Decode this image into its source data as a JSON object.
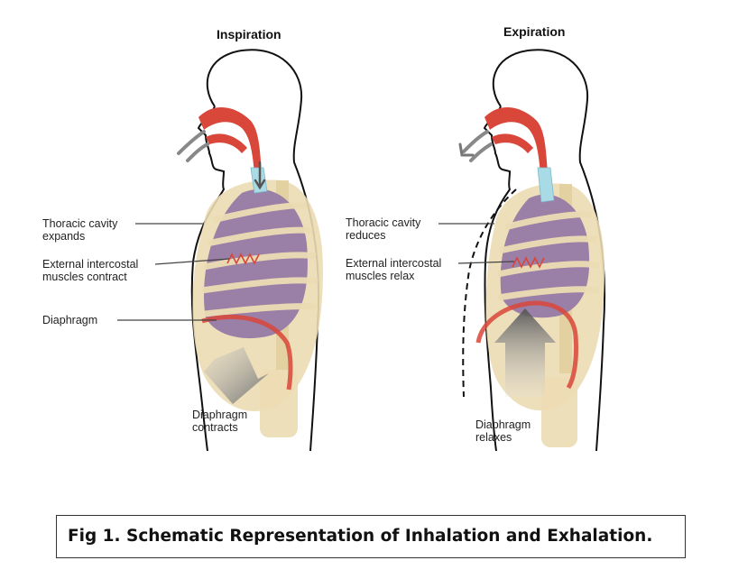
{
  "inspiration": {
    "title": "Inspiration",
    "thoracic_label": "Thoracic cavity\nexpands",
    "intercostal_label": "External intercostal\nmuscles  contract",
    "diaphragm_label": "Diaphragm",
    "diaphragm_action": "Diaphragm\ncontracts"
  },
  "expiration": {
    "title": "Expiration",
    "thoracic_label": "Thoracic cavity\nreduces",
    "intercostal_label": "External intercostal\nmuscles  relax",
    "diaphragm_action": "Diaphragm\nrelaxes"
  },
  "caption": "Fig 1. Schematic Representation of Inhalation and Exhalation.",
  "colors": {
    "airway": "#d9463a",
    "trachea": "#a9dbe6",
    "lung": "#9a7fa6",
    "rib": "#ecdcb4",
    "arrow": "#777777",
    "outline": "#111111"
  }
}
